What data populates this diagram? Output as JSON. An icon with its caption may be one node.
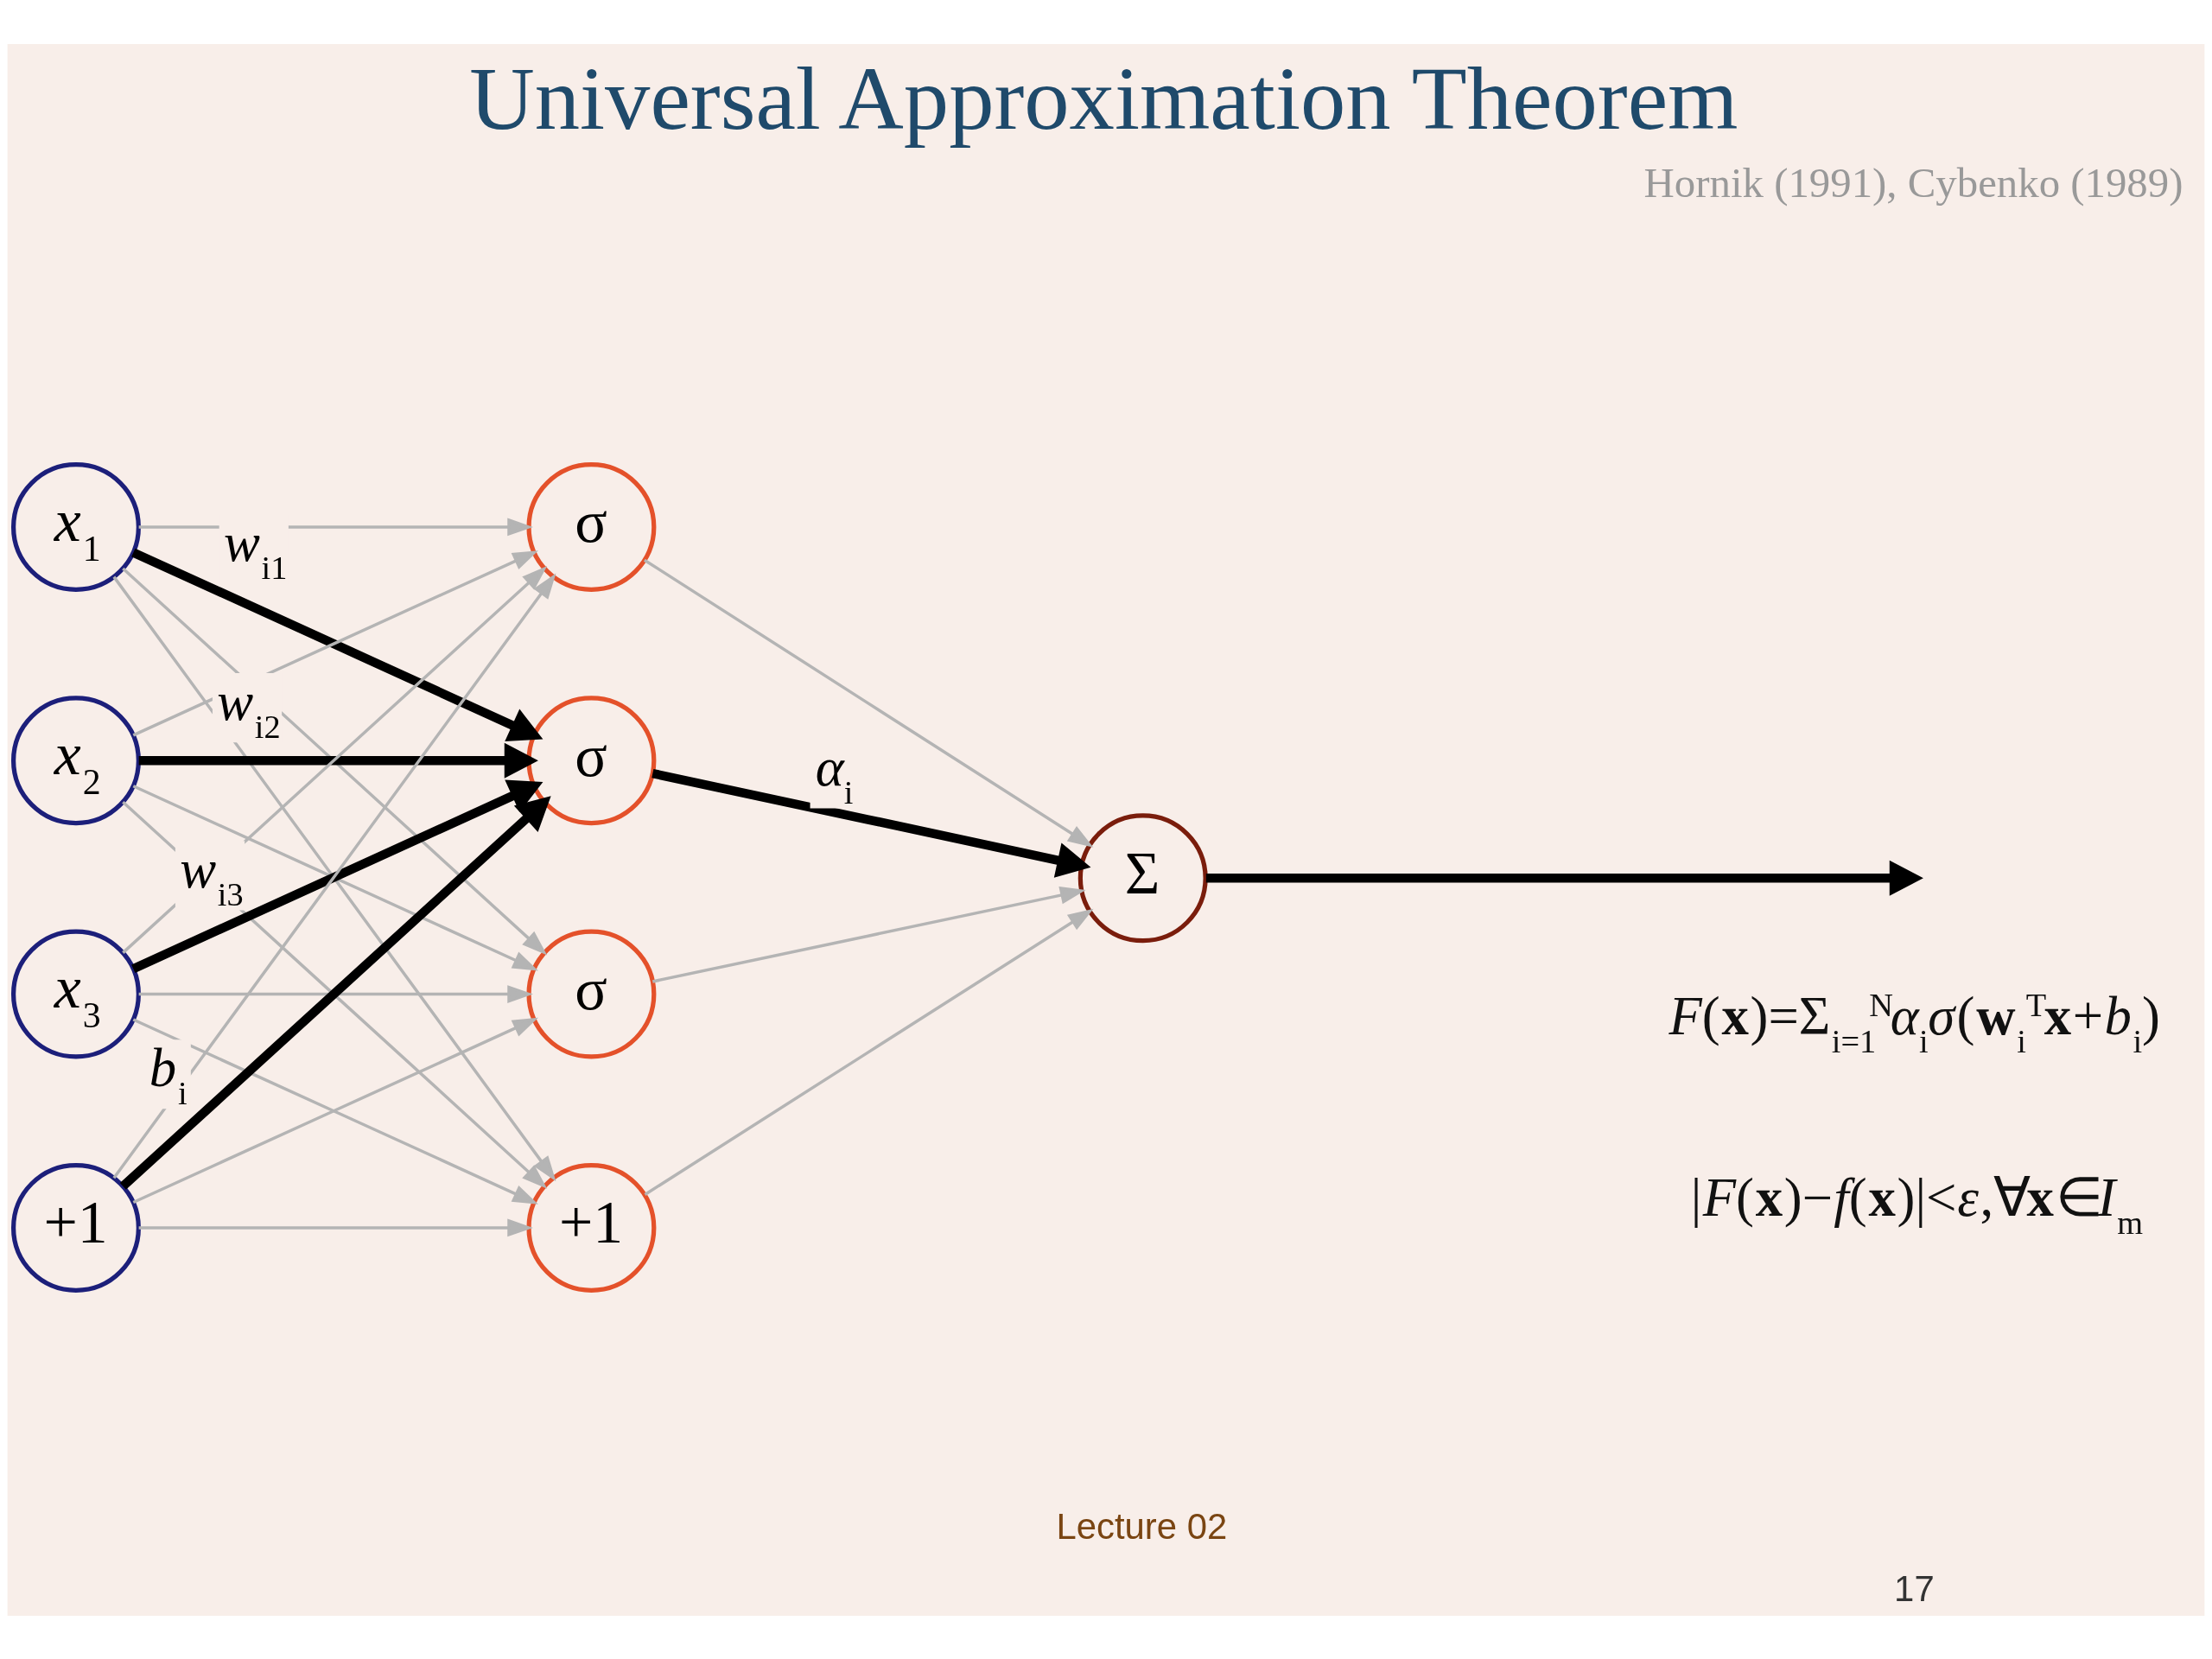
{
  "diagram": {
    "title": "Universal Approximation Theorem",
    "nodes": [
      {
        "text": [
          "*x*$_{1}$"
        ]
      },
      {
        "text": [
          "*x*$_{2}$"
        ]
      },
      {
        "text": [
          "*x*$_{3}$"
        ]
      },
      {
        "text": [
          "+1"
        ]
      },
      {
        "text": [
          "σ"
        ]
      },
      {
        "text": [
          "σ"
        ]
      },
      {
        "text": [
          "σ"
        ]
      },
      {
        "text": [
          "+1"
        ]
      },
      {
        "text": [
          "Σ"
        ]
      }
    ],
    "edges": [
      {
        "from": 0,
        "to": 4,
        "arrow": "to"
      },
      {
        "from": 0,
        "to": 5,
        "arrow": "to",
        "label": "*w*$_{i1}$",
        "style": "thick",
        "color": "#000000"
      },
      {
        "from": 0,
        "to": 6,
        "arrow": "to"
      },
      {
        "from": 0,
        "to": 7,
        "arrow": "to"
      },
      {
        "from": 1,
        "to": 4,
        "arrow": "to"
      },
      {
        "from": 1,
        "to": 5,
        "arrow": "to",
        "label": "*w*$_{i2}$",
        "style": "thick",
        "color": "#000000"
      },
      {
        "from": 1,
        "to": 6,
        "arrow": "to"
      },
      {
        "from": 1,
        "to": 7,
        "arrow": "to"
      },
      {
        "from": 2,
        "to": 4,
        "arrow": "to"
      },
      {
        "from": 2,
        "to": 5,
        "arrow": "to",
        "label": "*w*$_{i3}$",
        "style": "thick",
        "color": "#000000"
      },
      {
        "from": 2,
        "to": 6,
        "arrow": "to"
      },
      {
        "from": 2,
        "to": 7,
        "arrow": "to"
      },
      {
        "from": 3,
        "to": 4,
        "arrow": "to"
      },
      {
        "from": 3,
        "to": 5,
        "arrow": "to",
        "label": "*b*$_{i}$",
        "style": "thick",
        "color": "#000000"
      },
      {
        "from": 3,
        "to": 6,
        "arrow": "to"
      },
      {
        "from": 3,
        "to": 7,
        "arrow": "to"
      },
      {
        "from": 4,
        "to": 8,
        "arrow": "to"
      },
      {
        "from": 5,
        "to": 8,
        "arrow": "to",
        "label": "*α*$_{i}$",
        "style": "thick",
        "color": "#000000"
      },
      {
        "from": 6,
        "to": 8,
        "arrow": "to"
      },
      {
        "from": 7,
        "to": 8,
        "arrow": "to"
      },
      {
        "from": 8,
        "to": null,
        "arrow": "to",
        "style": "thick",
        "color": "#000000"
      }
    ],
    "labels": [
      "Hornik (1991), Cybenko (1989)",
      "*F*(**x**)=Σ$_{i=1}$$^{N}$*α*$_{i}$*σ*(**w**$_{i}$$^{T}$**x**+*b*$_{i}$)",
      "|*F*(**x**)−*f*(**x**)|<*ε*,∀**x**∈*I*$_{m}$",
      "Lecture 02",
      "17"
    ]
  }
}
